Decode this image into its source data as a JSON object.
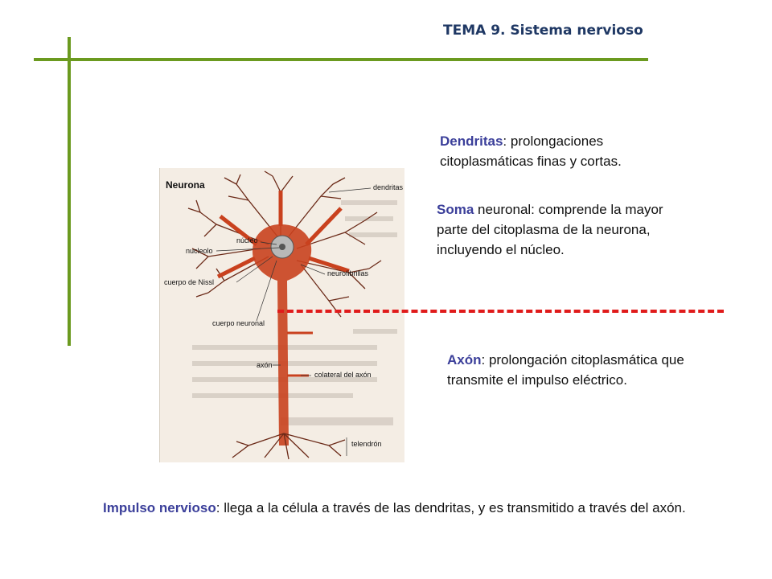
{
  "header": {
    "title": "TEMA 9. Sistema nervioso"
  },
  "definitions": {
    "dendritas": {
      "term": "Dendritas",
      "text": ": prolongaciones citoplasmáticas finas y cortas."
    },
    "soma": {
      "term": "Soma",
      "text": " neuronal: comprende la mayor parte del citoplasma de la neurona, incluyendo el núcleo."
    },
    "axon": {
      "term": "Axón",
      "text": ": prolongación citoplasmática que transmite el impulso eléctrico."
    },
    "impulso": {
      "term": "Impulso nervioso",
      "text": ": llega a la célula a través de las dendritas, y es transmitido a través del axón."
    }
  },
  "figure": {
    "title": "Neurona",
    "labels": {
      "dendritas": "dendritas",
      "nucleo": "núcleo",
      "nucleolo": "nucleolo",
      "nissl": "cuerpo de Nissl",
      "neurofibrillas": "neurofibrillas",
      "cuerpo": "cuerpo neuronal",
      "axon": "axón",
      "colateral": "colateral del axón",
      "telendron": "telendrón"
    }
  },
  "colors": {
    "accent_green": "#6b9a1f",
    "title_blue": "#1f3864",
    "term_blue": "#3b3f9a",
    "dash_red": "#e01b1b",
    "neuron_red": "#c9411e"
  }
}
